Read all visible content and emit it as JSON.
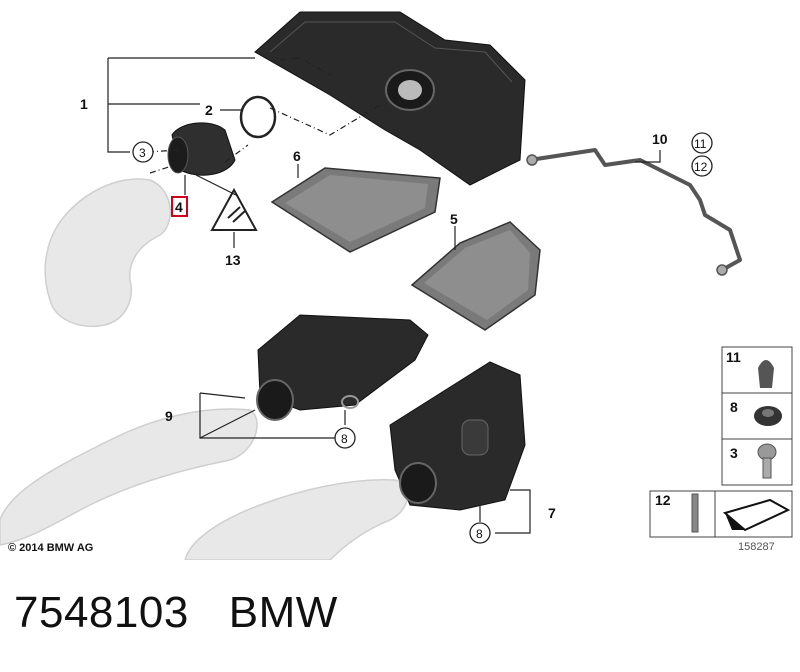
{
  "diagram": {
    "labels": {
      "l1": "1",
      "l2": "2",
      "l3": "3",
      "l4": "4",
      "l5": "5",
      "l6": "6",
      "l7": "7",
      "l8a": "8",
      "l8b": "8",
      "l9": "9",
      "l10": "10",
      "l11": "11",
      "l12": "12",
      "l13": "13"
    },
    "legend": {
      "row11": "11",
      "row8": "8",
      "row3": "3",
      "row12": "12"
    },
    "copyright": "© 2014 BMW AG",
    "ref_number": "158287"
  },
  "caption": {
    "part_number": "7548103",
    "brand": "BMW"
  },
  "colors": {
    "housing_dark": "#2a2a2a",
    "filter_grey": "#7a7a7a",
    "ghost_grey": "#e6e6e6",
    "highlight_red": "#d0021b"
  }
}
